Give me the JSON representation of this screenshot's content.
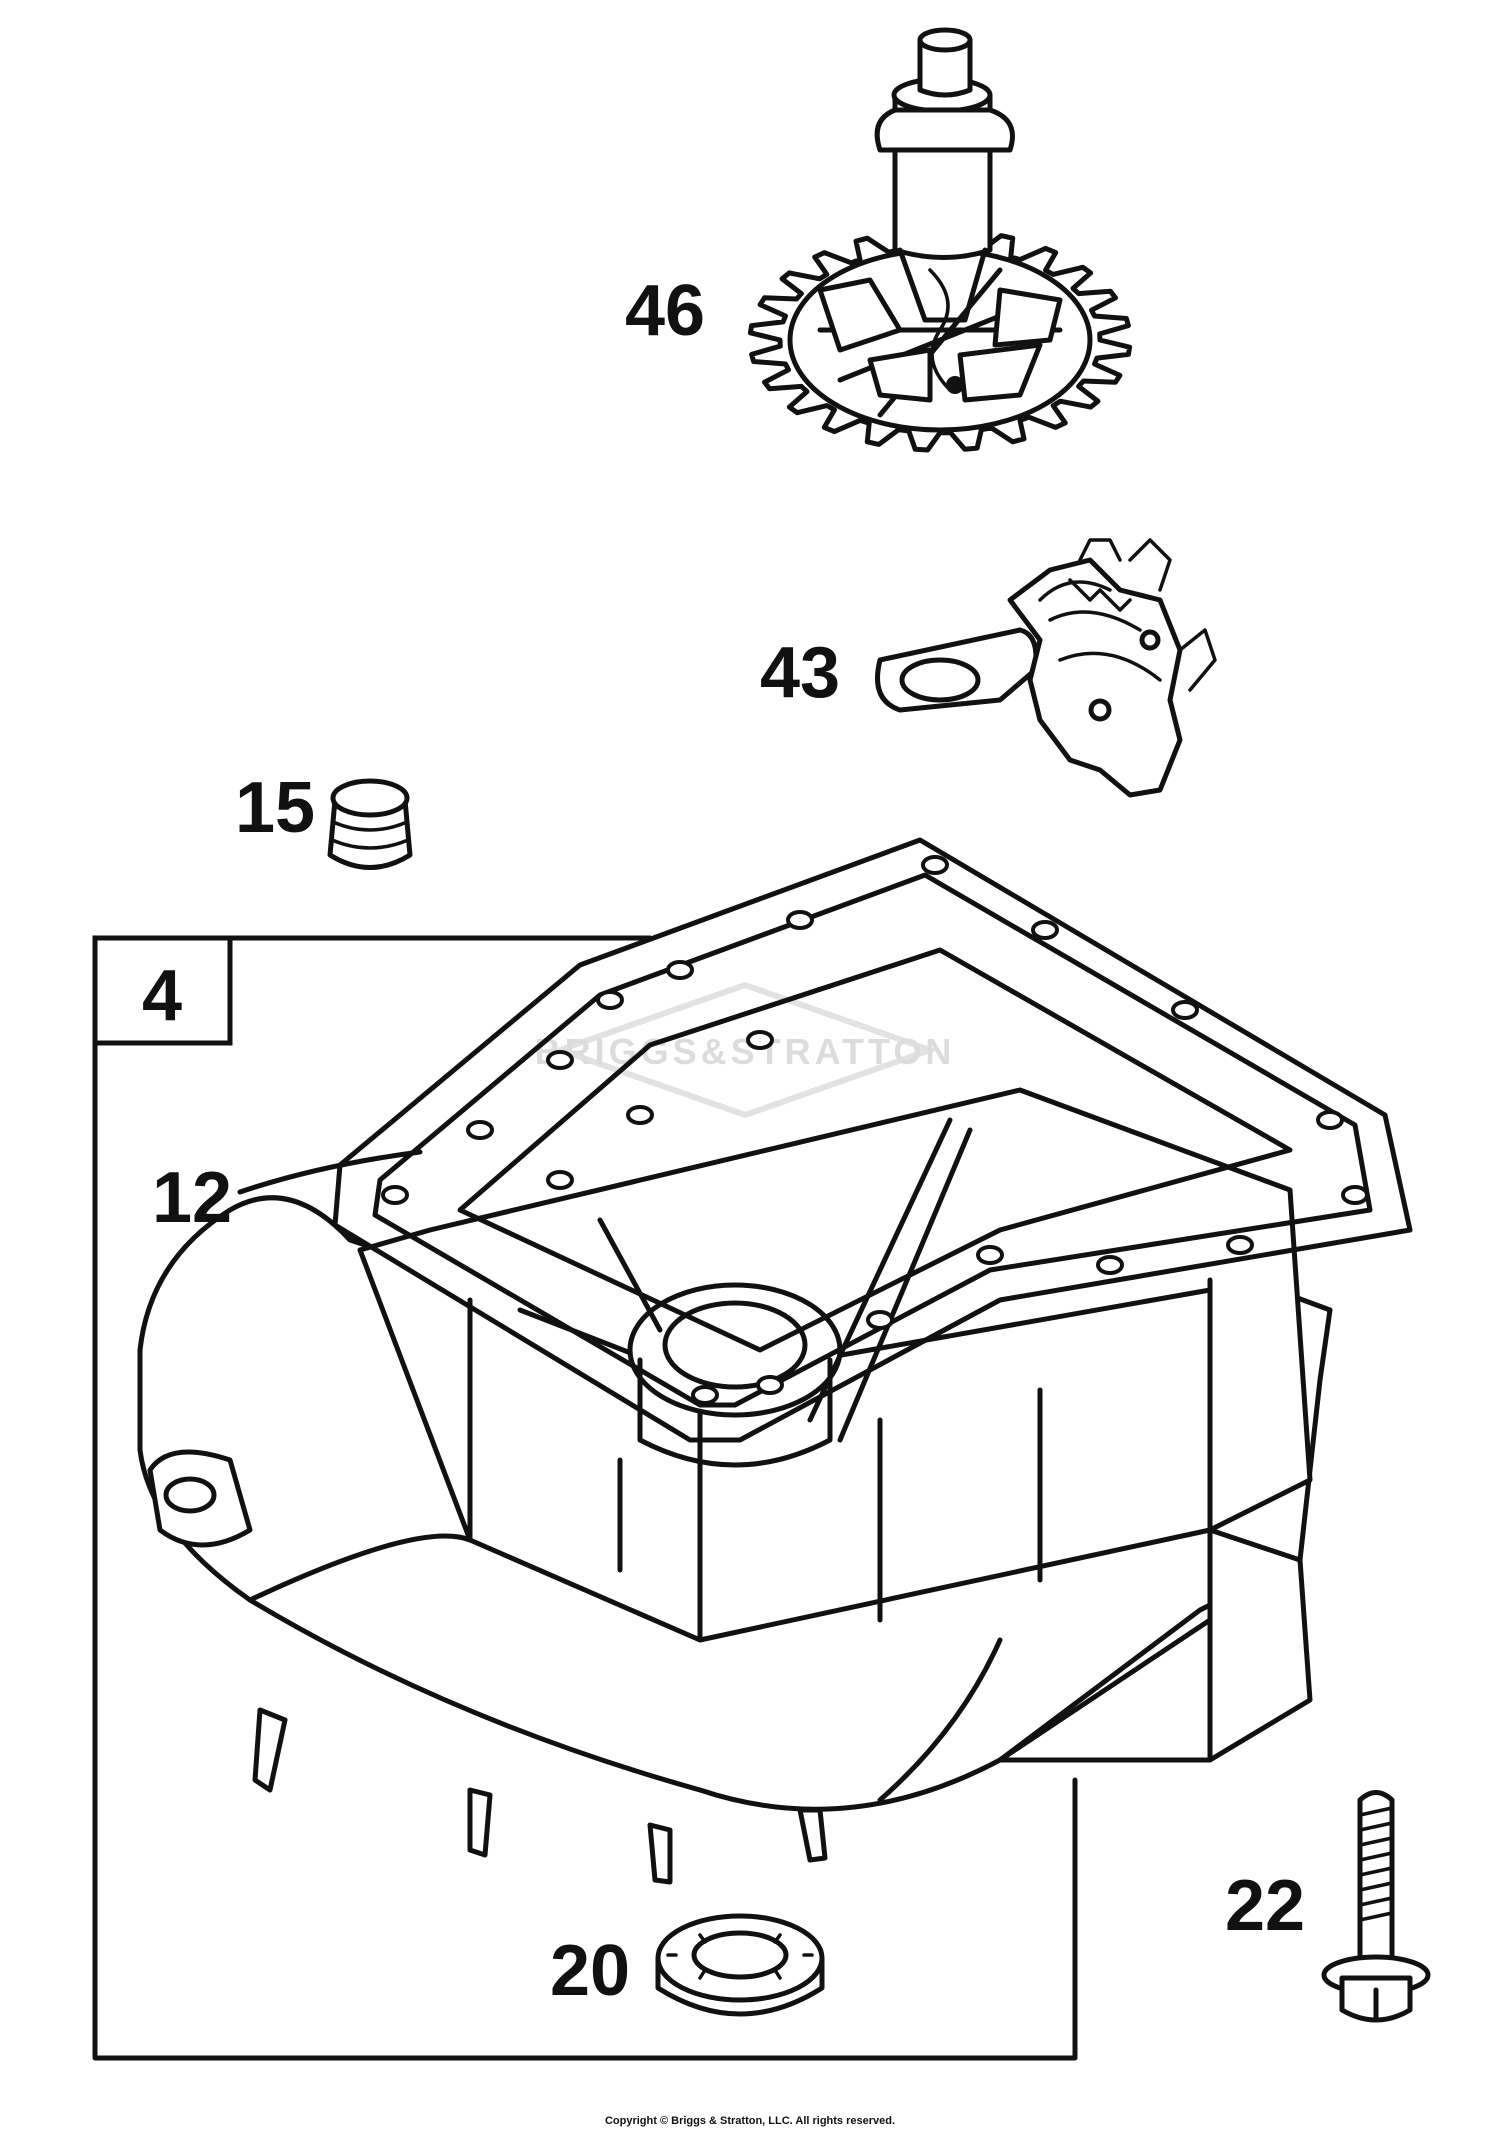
{
  "diagram": {
    "callouts": [
      {
        "id": "46",
        "label": "46"
      },
      {
        "id": "43",
        "label": "43"
      },
      {
        "id": "15",
        "label": "15"
      },
      {
        "id": "4",
        "label": "4"
      },
      {
        "id": "12",
        "label": "12"
      },
      {
        "id": "22",
        "label": "22"
      },
      {
        "id": "20",
        "label": "20"
      }
    ],
    "watermark": "BRIGGS&STRATTON",
    "copyright": "Copyright © Briggs & Stratton, LLC. All rights reserved."
  }
}
